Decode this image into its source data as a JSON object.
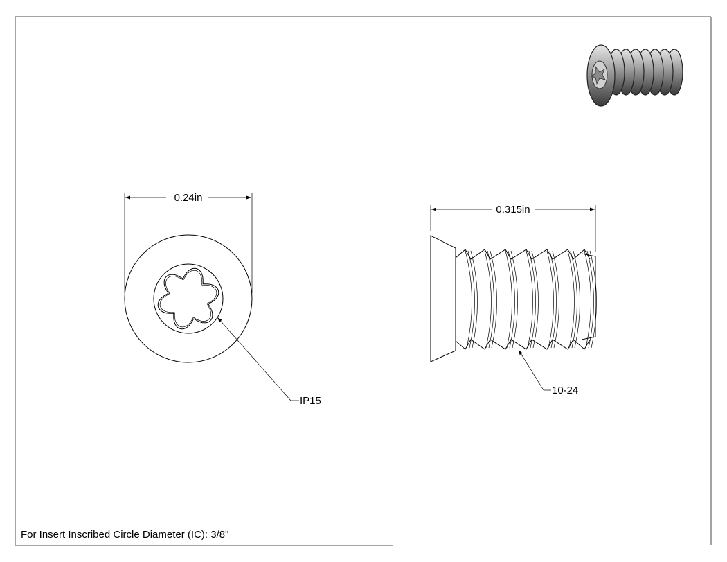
{
  "dimensions": {
    "head_diameter": "0.24in",
    "length": "0.315in"
  },
  "callouts": {
    "drive": "IP15",
    "thread": "10-24"
  },
  "title_block": {
    "note": "For Insert Inscribed Circle Diameter (IC): 3/8\""
  },
  "colors": {
    "line": "#000000",
    "border": "#4a4a4a",
    "metal_light": "#b8b8b8",
    "metal_dark": "#3a3a3a"
  },
  "icons": {
    "preview": "screw-3d-preview-icon",
    "drive": "torx-star-icon"
  }
}
